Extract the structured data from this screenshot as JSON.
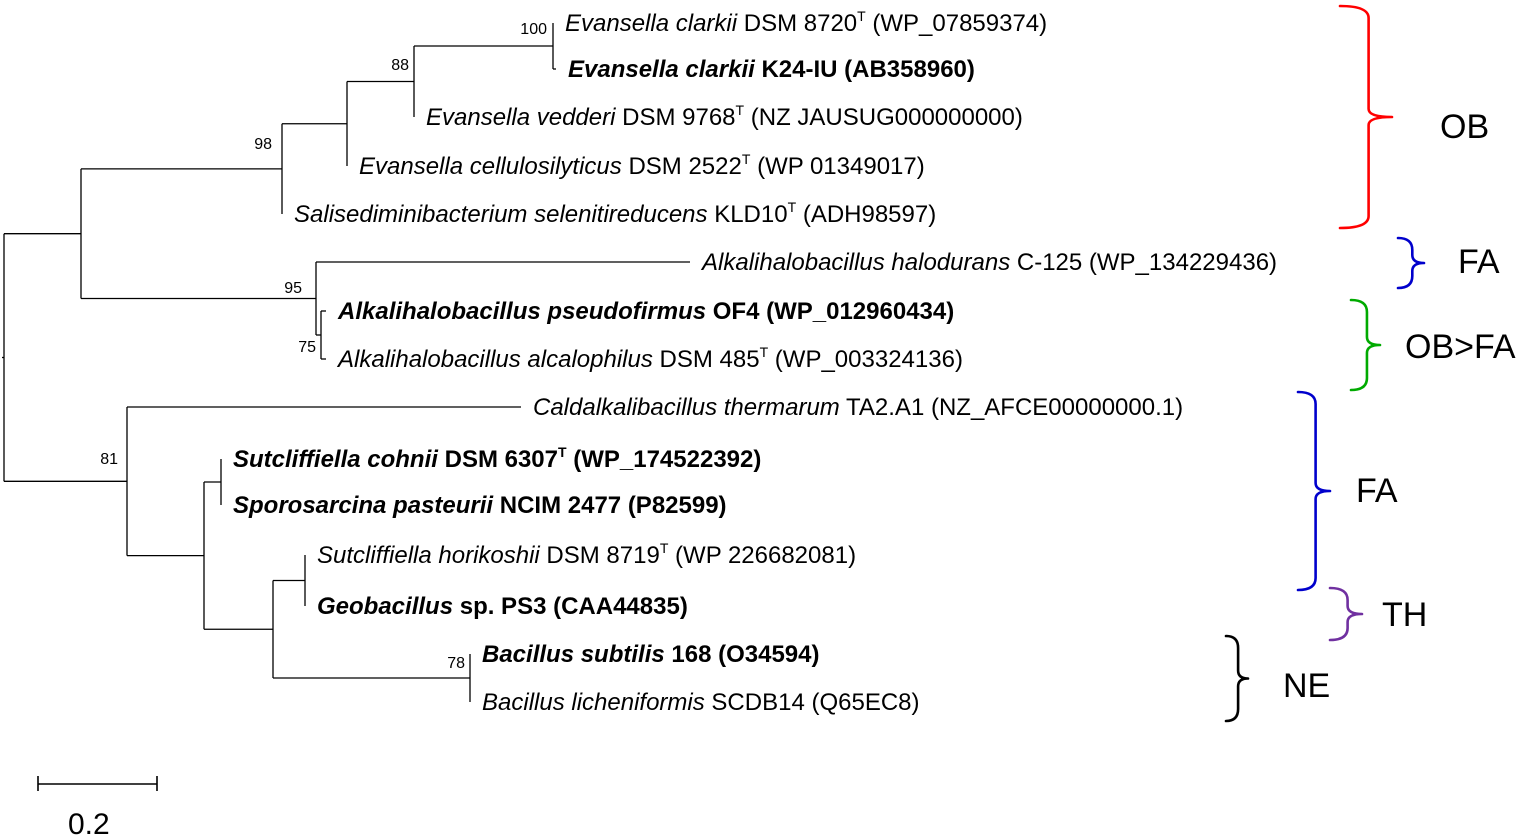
{
  "leaves": [
    {
      "id": "l1",
      "bold": false,
      "parts": [
        {
          "t": "Evansella clarkii",
          "i": true
        },
        {
          "t": " DSM 8720"
        },
        {
          "t": "T",
          "sup": true
        },
        {
          "t": " (WP_07859374)"
        }
      ]
    },
    {
      "id": "l2",
      "bold": true,
      "parts": [
        {
          "t": "Evansella clarkii",
          "i": true
        },
        {
          "t": " K24-IU (AB358960)"
        }
      ]
    },
    {
      "id": "l3",
      "bold": false,
      "parts": [
        {
          "t": "Evansella vedderi",
          "i": true
        },
        {
          "t": " DSM 9768"
        },
        {
          "t": "T",
          "sup": true
        },
        {
          "t": " (NZ JAUSUG000000000)"
        }
      ]
    },
    {
      "id": "l4",
      "bold": false,
      "parts": [
        {
          "t": "Evansella cellulosilyticus",
          "i": true
        },
        {
          "t": " DSM 2522"
        },
        {
          "t": "T",
          "sup": true
        },
        {
          "t": " (WP 01349017)"
        }
      ]
    },
    {
      "id": "l5",
      "bold": false,
      "parts": [
        {
          "t": "Salisediminibacterium selenitireducens",
          "i": true
        },
        {
          "t": " KLD10"
        },
        {
          "t": "T",
          "sup": true
        },
        {
          "t": " (ADH98597)"
        }
      ]
    },
    {
      "id": "l6",
      "bold": false,
      "parts": [
        {
          "t": "Alkalihalobacillus halodurans",
          "i": true
        },
        {
          "t": " C-125 (WP_134229436)"
        }
      ]
    },
    {
      "id": "l7",
      "bold": true,
      "parts": [
        {
          "t": "Alkalihalobacillus pseudofirmus",
          "i": true
        },
        {
          "t": " OF4 (WP_012960434)"
        }
      ]
    },
    {
      "id": "l8",
      "bold": false,
      "parts": [
        {
          "t": "Alkalihalobacillus alcalophilus",
          "i": true
        },
        {
          "t": " DSM 485"
        },
        {
          "t": "T",
          "sup": true
        },
        {
          "t": " (WP_003324136)"
        }
      ]
    },
    {
      "id": "l9",
      "bold": false,
      "parts": [
        {
          "t": "Caldalkalibacillus thermarum",
          "i": true
        },
        {
          "t": " TA2.A1 (NZ_AFCE00000000.1)"
        }
      ]
    },
    {
      "id": "l10",
      "bold": true,
      "parts": [
        {
          "t": "Sutcliffiella cohnii",
          "i": true
        },
        {
          "t": " DSM 6307"
        },
        {
          "t": "T",
          "sup": true
        },
        {
          "t": " (WP_174522392)"
        }
      ]
    },
    {
      "id": "l11",
      "bold": true,
      "parts": [
        {
          "t": "Sporosarcina pasteurii",
          "i": true
        },
        {
          "t": " NCIM 2477 (P82599)"
        }
      ]
    },
    {
      "id": "l12",
      "bold": false,
      "parts": [
        {
          "t": "Sutcliffiella horikoshii",
          "i": true
        },
        {
          "t": " DSM 8719"
        },
        {
          "t": "T",
          "sup": true
        },
        {
          "t": " (WP 226682081)"
        }
      ]
    },
    {
      "id": "l13",
      "bold": true,
      "parts": [
        {
          "t": "Geobacillus",
          "i": true
        },
        {
          "t": " sp. PS3 (CAA44835)"
        }
      ]
    },
    {
      "id": "l14",
      "bold": true,
      "parts": [
        {
          "t": "Bacillus subtilis",
          "i": true
        },
        {
          "t": " 168 (O34594)"
        }
      ]
    },
    {
      "id": "l15",
      "bold": false,
      "parts": [
        {
          "t": "Bacillus licheniformis",
          "i": true
        },
        {
          "t": " SCDB14 (Q65EC8)"
        }
      ]
    }
  ],
  "bootstrap": [
    {
      "node": "n_clarkii",
      "value": "100"
    },
    {
      "node": "n_evansella3",
      "value": "88"
    },
    {
      "node": "n_evansella4",
      "value": "98"
    },
    {
      "node": "n_alk3",
      "value": "95"
    },
    {
      "node": "n_alk2",
      "value": "75"
    },
    {
      "node": "n_lower",
      "value": "81"
    },
    {
      "node": "n_bsub",
      "value": "78"
    }
  ],
  "groups": [
    {
      "label": "OB",
      "color": "#ff0000"
    },
    {
      "label": "FA",
      "color": "#0000cc"
    },
    {
      "label": "OB>FA",
      "color": "#00aa00"
    },
    {
      "label": "FA",
      "color": "#0000cc"
    },
    {
      "label": "TH",
      "color": "#7030a0"
    },
    {
      "label": "NE",
      "color": "#000000"
    }
  ],
  "scale_bar": {
    "value": 0.2,
    "label": "0.2"
  }
}
